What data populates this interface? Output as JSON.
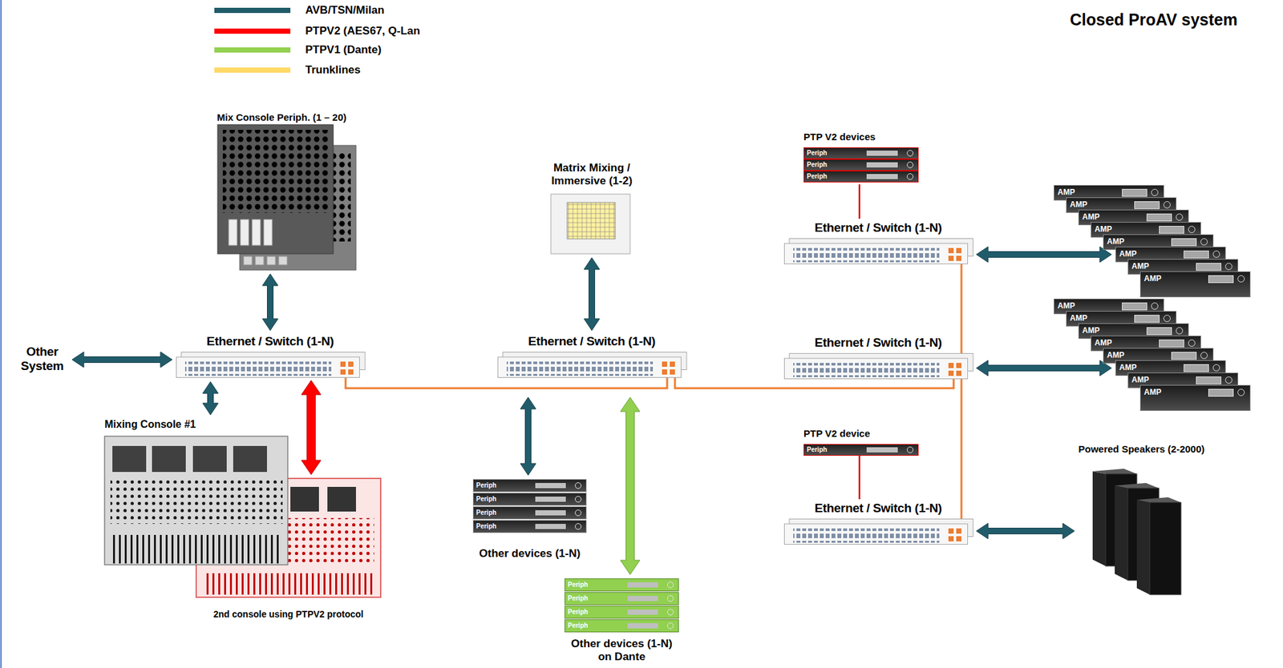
{
  "diagram": {
    "title": "Closed ProAV system",
    "nodes": [
      {
        "text": [
          "Mix Console Periph. (1 – 20)"
        ]
      },
      {
        "text": [
          "Matrix Mixing / Immersive (1-2)"
        ]
      },
      {
        "text": [
          "PTP V2 devices"
        ]
      },
      {
        "text": [
          "Periph"
        ],
        "in": 2
      },
      {
        "text": [
          "Periph"
        ],
        "in": 2
      },
      {
        "text": [
          "Periph"
        ],
        "in": 2
      },
      {
        "text": [
          "Ethernet / Switch (1-N)"
        ]
      },
      {
        "text": [
          "AMP"
        ]
      },
      {
        "text": [
          "AMP"
        ]
      },
      {
        "text": [
          "AMP"
        ]
      },
      {
        "text": [
          "AMP"
        ]
      },
      {
        "text": [
          "AMP"
        ]
      },
      {
        "text": [
          "AMP"
        ]
      },
      {
        "text": [
          "AMP"
        ]
      },
      {
        "text": [
          "AMP"
        ]
      },
      {
        "text": [
          "Other System"
        ]
      },
      {
        "text": [
          "Ethernet / Switch (1-N)"
        ]
      },
      {
        "text": [
          "Ethernet / Switch (1-N)"
        ]
      },
      {
        "text": [
          "Ethernet / Switch (1-N)"
        ]
      },
      {
        "text": [
          "AMP"
        ]
      },
      {
        "text": [
          "AMP"
        ]
      },
      {
        "text": [
          "AMP"
        ]
      },
      {
        "text": [
          "AMP"
        ]
      },
      {
        "text": [
          "AMP"
        ]
      },
      {
        "text": [
          "AMP"
        ]
      },
      {
        "text": [
          "AMP"
        ]
      },
      {
        "text": [
          "AMP"
        ]
      },
      {
        "text": [
          "Mixing Console #1"
        ]
      },
      {
        "text": [
          "2nd console using PTPV2 protocol"
        ]
      },
      {
        "text": [
          "PTP V2 device"
        ]
      },
      {
        "text": [
          "Periph"
        ],
        "in": 29
      },
      {
        "text": [
          "Powered Speakers (2-2000)"
        ]
      },
      {
        "text": [
          "Ethernet / Switch (1-N)"
        ]
      },
      {
        "text": [
          "Other devices (1-N)"
        ]
      },
      {
        "text": [
          "Periph"
        ],
        "in": 33
      },
      {
        "text": [
          "Periph"
        ],
        "in": 33
      },
      {
        "text": [
          "Periph"
        ],
        "in": 33
      },
      {
        "text": [
          "Periph"
        ],
        "in": 33
      },
      {
        "text": [
          "Other devices (1-N) on Dante"
        ]
      },
      {
        "text": [
          "Periph"
        ],
        "in": 38
      },
      {
        "text": [
          "Periph"
        ],
        "in": 38
      },
      {
        "text": [
          "Periph"
        ],
        "in": 38
      },
      {
        "text": [
          "Periph"
        ],
        "in": 38
      }
    ],
    "edges": [
      {
        "from": 0,
        "to": 16,
        "arrow": "both"
      },
      {
        "from": 1,
        "to": 17,
        "arrow": "both"
      },
      {
        "from": 2,
        "to": 6,
        "arrow": "none"
      },
      {
        "from": 6,
        "to": 12,
        "arrow": "both"
      },
      {
        "from": 15,
        "to": 16,
        "arrow": "both"
      },
      {
        "from": 16,
        "to": 17,
        "arrow": "none"
      },
      {
        "from": 17,
        "to": 18,
        "arrow": "none"
      },
      {
        "from": 6,
        "to": 18,
        "arrow": "none"
      },
      {
        "from": 18,
        "to": 32,
        "arrow": "none"
      },
      {
        "from": 18,
        "to": 24,
        "arrow": "both"
      },
      {
        "from": 16,
        "to": 27,
        "arrow": "both"
      },
      {
        "from": 16,
        "to": 28,
        "arrow": "both"
      },
      {
        "from": 17,
        "to": 33,
        "arrow": "both"
      },
      {
        "from": 17,
        "to": 38,
        "arrow": "both"
      },
      {
        "from": 29,
        "to": 32,
        "arrow": "none"
      },
      {
        "from": 32,
        "to": 31,
        "arrow": "both"
      }
    ],
    "legend": [
      {
        "text": "AVB/TSN/Milan",
        "color": "#1f5b68"
      },
      {
        "text": "PTPV2 (AES67, Q-Lan",
        "color": "#ff0000"
      },
      {
        "text": "PTPV1 (Dante)",
        "color": "#92d050"
      },
      {
        "text": "Trunklines",
        "color": "#ffd966"
      }
    ]
  }
}
